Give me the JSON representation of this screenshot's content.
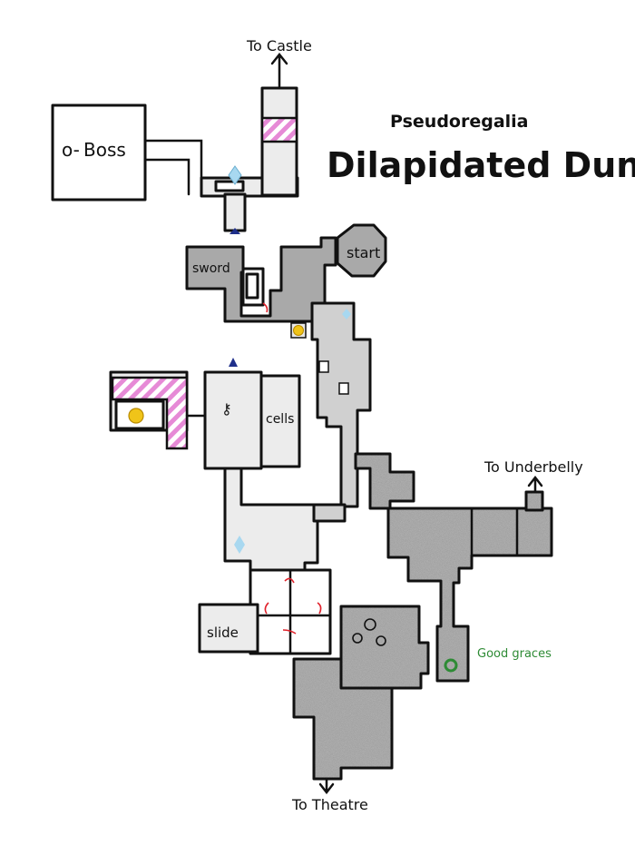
{
  "title": {
    "subtitle": "Pseudoregalia",
    "main": "Dilapidated Dungeon"
  },
  "labels": {
    "to_castle": "To Castle",
    "to_boss": "Boss",
    "start": "start",
    "sword": "sword",
    "cells": "cells",
    "slide": "slide",
    "to_underbelly": "To Underbelly",
    "good_graces": "Good graces",
    "to_theatre": "To Theatre"
  },
  "icons": {
    "crystal": "light-blue-diamond",
    "save": "dark-blue-triangle",
    "key": "key",
    "coin": "yellow-v-medallion",
    "arrow": "red-curved-arrow",
    "graces": "green-ring"
  },
  "colors": {
    "crystal": "#a8d8f0",
    "save": "#1f2f8a",
    "coin": "#f0c419",
    "arrow": "#e0202a",
    "graces": "#2e8b35",
    "hatch": "#e68ad6"
  }
}
